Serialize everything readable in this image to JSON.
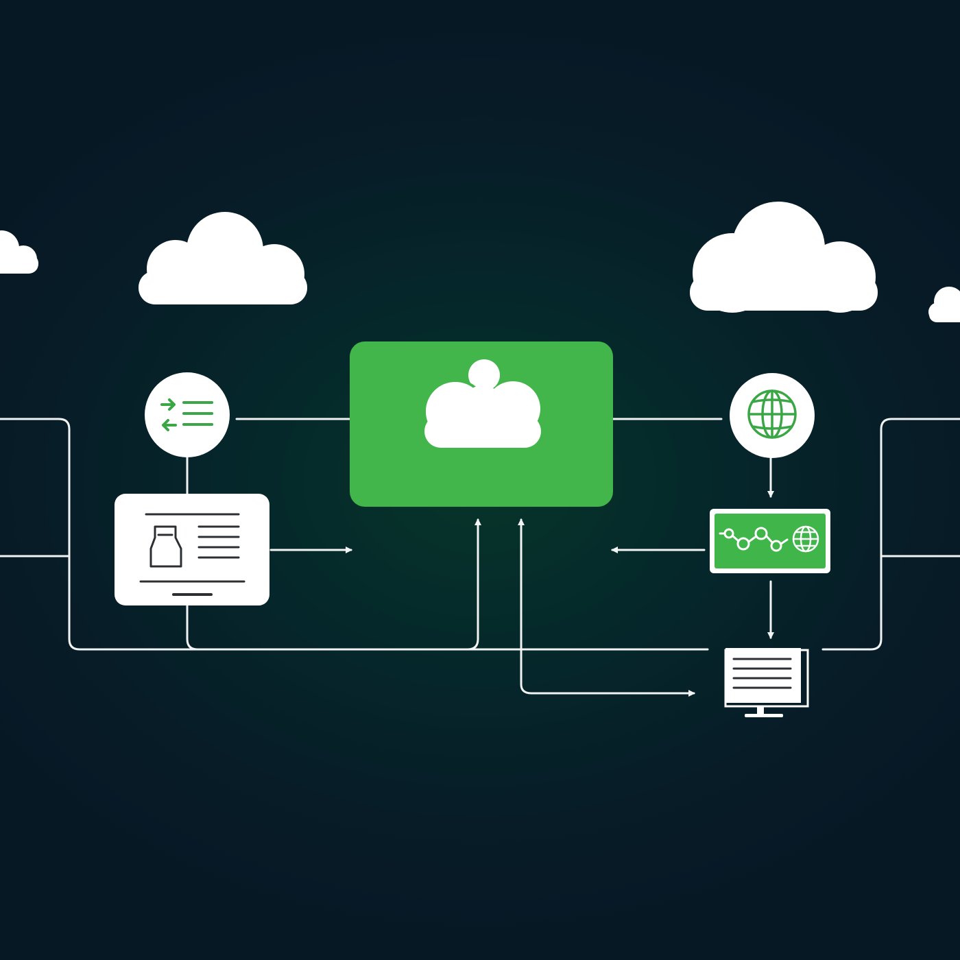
{
  "diagram": {
    "colors": {
      "background": "#071c27",
      "background_glow": "#06352a",
      "accent_green": "#3fb54a",
      "hub_green": "#42b64b",
      "line_white": "#f2f4f3",
      "icon_green": "#2f9e3d"
    },
    "nodes": [
      {
        "name": "cloud-top-left",
        "icon": "cloud-icon",
        "text": ""
      },
      {
        "name": "cloud-top-right",
        "icon": "cloud-icon",
        "text": ""
      },
      {
        "name": "cloud-edge-left",
        "icon": "cloud-icon",
        "text": ""
      },
      {
        "name": "cloud-edge-right",
        "icon": "cloud-icon",
        "text": ""
      },
      {
        "name": "central-cloud-hub",
        "icon": "cloud-user-icon",
        "text": ""
      },
      {
        "name": "list-transfer-node",
        "icon": "list-arrows-icon",
        "text": ""
      },
      {
        "name": "document-panel",
        "icon": "document-icon",
        "text": ""
      },
      {
        "name": "globe-node",
        "icon": "globe-icon",
        "text": ""
      },
      {
        "name": "network-monitor",
        "icon": "network-chain-icon",
        "text": ""
      },
      {
        "name": "desktop-computer",
        "icon": "monitor-icon",
        "text": ""
      }
    ]
  }
}
